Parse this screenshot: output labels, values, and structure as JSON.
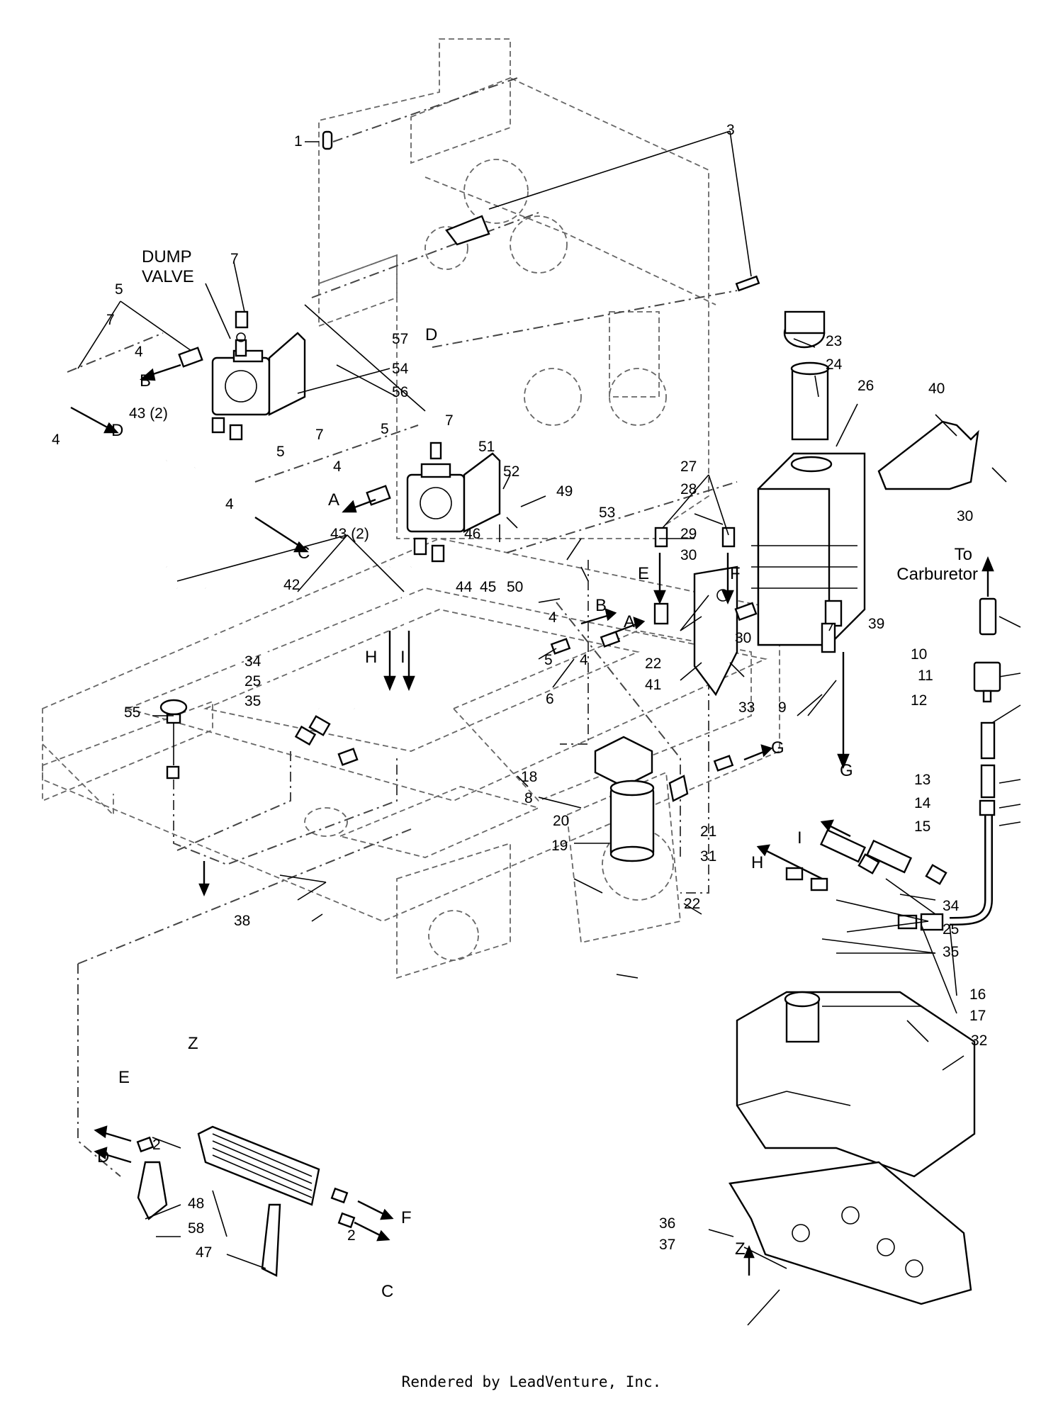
{
  "labels": {
    "dump_valve_line1": "DUMP",
    "dump_valve_line2": "VALVE",
    "to_carburetor_line1": "To",
    "to_carburetor_line2": "Carburetor",
    "p1": "1",
    "p2a": "2",
    "p2b": "2",
    "p3": "3",
    "p4a": "4",
    "p4b": "4",
    "p4c": "4",
    "p4d": "4",
    "p4e": "4",
    "p4f": "4",
    "p5a": "5",
    "p5b": "5",
    "p5c": "5",
    "p5d": "5",
    "p6": "6",
    "p7a": "7",
    "p7b": "7",
    "p7c": "7",
    "p7d": "7",
    "p8": "8",
    "p9": "9",
    "p10": "10",
    "p11": "11",
    "p12": "12",
    "p13": "13",
    "p14": "14",
    "p15": "15",
    "p16": "16",
    "p17": "17",
    "p18": "18",
    "p19": "19",
    "p20": "20",
    "p21": "21",
    "p22a": "22",
    "p22b": "22",
    "p23": "23",
    "p24": "24",
    "p25a": "25",
    "p25b": "25",
    "p26": "26",
    "p27": "27",
    "p28": "28",
    "p29": "29",
    "p30a": "30",
    "p30b": "30",
    "p30c": "30",
    "p31": "31",
    "p32": "32",
    "p33": "33",
    "p34a": "34",
    "p34b": "34",
    "p35a": "35",
    "p35b": "35",
    "p36": "36",
    "p37": "37",
    "p38": "38",
    "p39": "39",
    "p40": "40",
    "p41": "41",
    "p42": "42",
    "p43a": "43 (2)",
    "p43b": "43 (2)",
    "p44": "44",
    "p45": "45",
    "p46": "46",
    "p47": "47",
    "p48": "48",
    "p49": "49",
    "p50": "50",
    "p51": "51",
    "p52": "52",
    "p53": "53",
    "p54": "54",
    "p55": "55",
    "p56": "56",
    "p57": "57",
    "p58": "58",
    "fA1": "A",
    "fA2": "A",
    "fB1": "B",
    "fB2": "B",
    "fC1": "C",
    "fC2": "C",
    "fD1": "D",
    "fD2": "D",
    "fD3": "D",
    "fE1": "E",
    "fE2": "E",
    "fF1": "F",
    "fF2": "F",
    "fG1": "G",
    "fG2": "G",
    "fH1": "H",
    "fH2": "H",
    "fI1": "I",
    "fI2": "I",
    "fZ1": "Z",
    "fZ2": "Z"
  },
  "footer": "Rendered by LeadVenture, Inc."
}
